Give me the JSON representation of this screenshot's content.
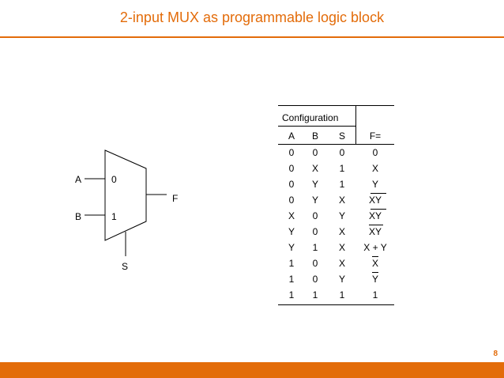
{
  "slide": {
    "title": "2-input MUX as programmable logic block",
    "page_number": "8"
  },
  "mux": {
    "input_a_label": "A",
    "input_b_label": "B",
    "port_0_label": "0",
    "port_1_label": "1",
    "output_label": "F",
    "select_label": "S"
  },
  "truth_table": {
    "group_header": "Configuration",
    "columns": [
      "A",
      "B",
      "S",
      "F="
    ],
    "rows": [
      {
        "a": "0",
        "b": "0",
        "s": "0",
        "f": "0"
      },
      {
        "a": "0",
        "b": "X",
        "s": "1",
        "f": "X"
      },
      {
        "a": "0",
        "b": "Y",
        "s": "1",
        "f": "Y"
      },
      {
        "a": "0",
        "b": "Y",
        "s": "X",
        "f": "XY"
      },
      {
        "a": "X",
        "b": "0",
        "s": "Y",
        "f": "XY"
      },
      {
        "a": "Y",
        "b": "0",
        "s": "X",
        "f": "XY"
      },
      {
        "a": "Y",
        "b": "1",
        "s": "X",
        "f": "X + Y"
      },
      {
        "a": "1",
        "b": "0",
        "s": "X",
        "f": "X"
      },
      {
        "a": "1",
        "b": "0",
        "s": "Y",
        "f": "Y"
      },
      {
        "a": "1",
        "b": "1",
        "s": "1",
        "f": "1"
      }
    ]
  }
}
